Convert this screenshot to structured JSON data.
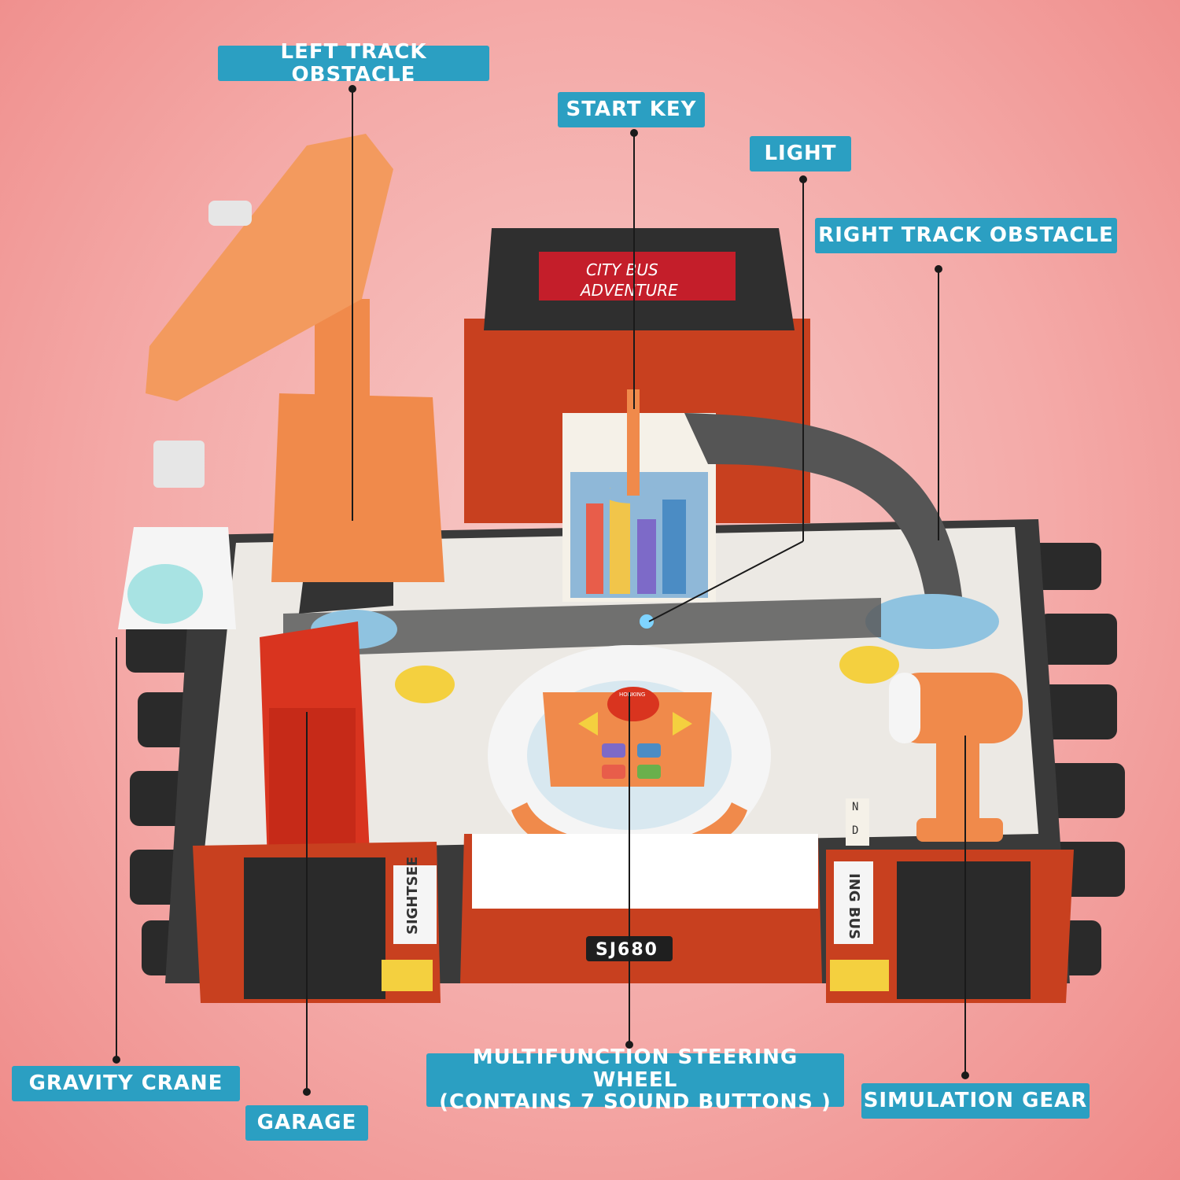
{
  "labels": {
    "left_track_obstacle": "LEFT TRACK OBSTACLE",
    "start_key": "START KEY",
    "light": "LIGHT",
    "right_track_obstacle": "RIGHT TRACK OBSTACLE",
    "gravity_crane": "GRAVITY CRANE",
    "garage": "GARAGE",
    "steering_wheel_line1": "MULTIFUNCTION STEERING WHEEL",
    "steering_wheel_line2": "(CONTAINS 7 SOUND BUTTONS )",
    "simulation_gear": "SIMULATION GEAR"
  },
  "toy": {
    "sign_line1": "CITY BUS",
    "sign_line2": "ADVENTURE",
    "plate": "SJ680",
    "side_left": "SIGHTSEE",
    "side_right": "ING BUS",
    "honk": "HONKING",
    "gear_letters": [
      "N",
      "D"
    ]
  },
  "colors": {
    "label_bg": "#2b9fc2",
    "bus_red": "#c8401f",
    "crane_orange": "#f08a4b",
    "background": "#f4aaa8"
  }
}
